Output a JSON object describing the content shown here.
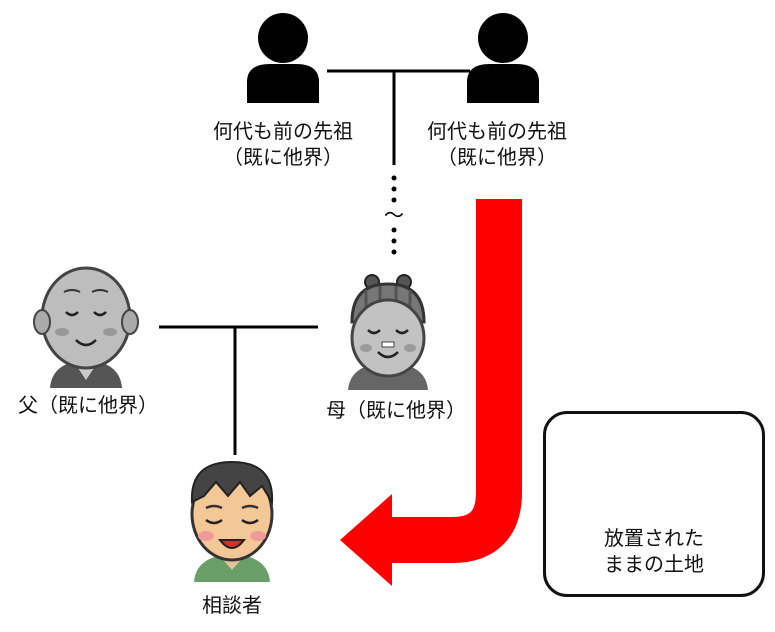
{
  "ancestors": [
    {
      "name_line1": "何代も前の先祖",
      "name_line2": "（既に他界）"
    },
    {
      "name_line1": "何代も前の先祖",
      "name_line2": "（既に他界）"
    }
  ],
  "father": {
    "label": "父（既に他界）"
  },
  "mother": {
    "label": "母（既に他界）"
  },
  "client": {
    "label": "相談者"
  },
  "land": {
    "line1": "放置された",
    "line2": "ままの土地"
  },
  "ellipsis_tilde": "〜",
  "colors": {
    "arrow": "#ff0000",
    "land_top": "#33dd33",
    "land_side": "#22a822",
    "silhouette": "#000000",
    "line": "#000000"
  }
}
